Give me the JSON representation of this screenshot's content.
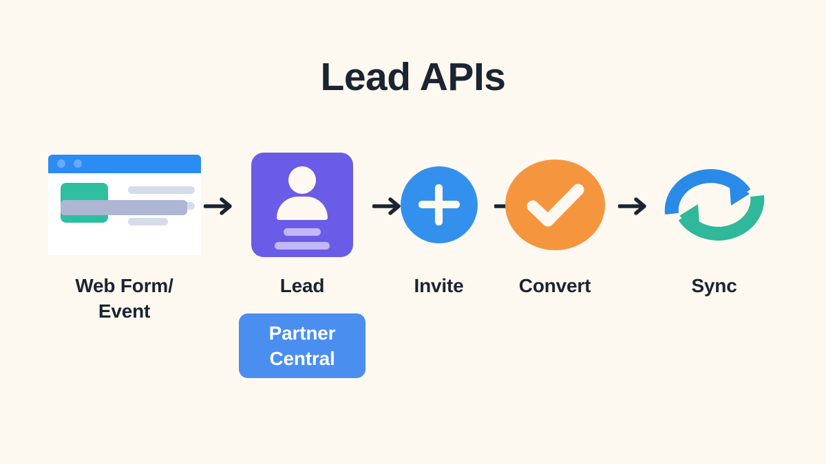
{
  "page": {
    "title": "Lead APIs",
    "background_color": "#fdf9f0",
    "text_color": "#1b2430"
  },
  "flow": {
    "steps": [
      {
        "id": "web-form-event",
        "label": "Web Form/\nEvent",
        "icon": "browser-window-icon",
        "colors": {
          "titlebar": "#2c8cf5",
          "dot": "#66aaf8",
          "thumbnail": "#2ebfa0",
          "line": "#d6dbea",
          "footer_bar": "#aeb6d4",
          "surface": "#ffffff"
        }
      },
      {
        "id": "lead",
        "label": "Lead",
        "icon": "lead-contact-card-icon",
        "colors": {
          "card": "#6b5ce7",
          "person": "#fdf9f0",
          "bar": "#c2b8f6"
        }
      },
      {
        "id": "invite",
        "label": "Invite",
        "icon": "plus-circle-icon",
        "colors": {
          "circle": "#3391ed",
          "glyph": "#fdf9f0"
        }
      },
      {
        "id": "convert",
        "label": "Convert",
        "icon": "check-circle-icon",
        "colors": {
          "circle": "#f5963f",
          "glyph": "#fdf9f0"
        }
      },
      {
        "id": "sync",
        "label": "Sync",
        "icon": "sync-arrows-icon",
        "colors": {
          "arrow_top": "#2a8ae8",
          "arrow_bottom": "#2fb89a"
        }
      }
    ],
    "connectors": [
      {
        "id": "arrow-1",
        "icon": "arrow-right-icon",
        "color": "#1b2430"
      },
      {
        "id": "arrow-2",
        "icon": "arrow-right-icon",
        "color": "#1b2430"
      },
      {
        "id": "arrow-3",
        "icon": "arrow-right-icon",
        "color": "#1b2430"
      },
      {
        "id": "arrow-4",
        "icon": "arrow-right-icon",
        "color": "#1b2430"
      }
    ]
  },
  "badge": {
    "label": "Partner\nCentral",
    "background_color": "#4a8ef0",
    "text_color": "#ffffff"
  }
}
